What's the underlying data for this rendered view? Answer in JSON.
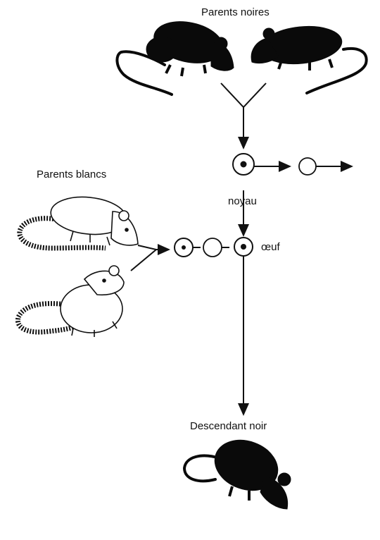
{
  "labels": {
    "parents_noires": "Parents noires",
    "parents_blancs": "Parents blancs",
    "noyau": "noyau",
    "oeuf": "œuf",
    "descendant": "Descendant noir"
  },
  "colors": {
    "ink": "#111111",
    "black_mouse": "#0a0a0a",
    "white_mouse": "#ffffff",
    "background": "#ffffff"
  }
}
